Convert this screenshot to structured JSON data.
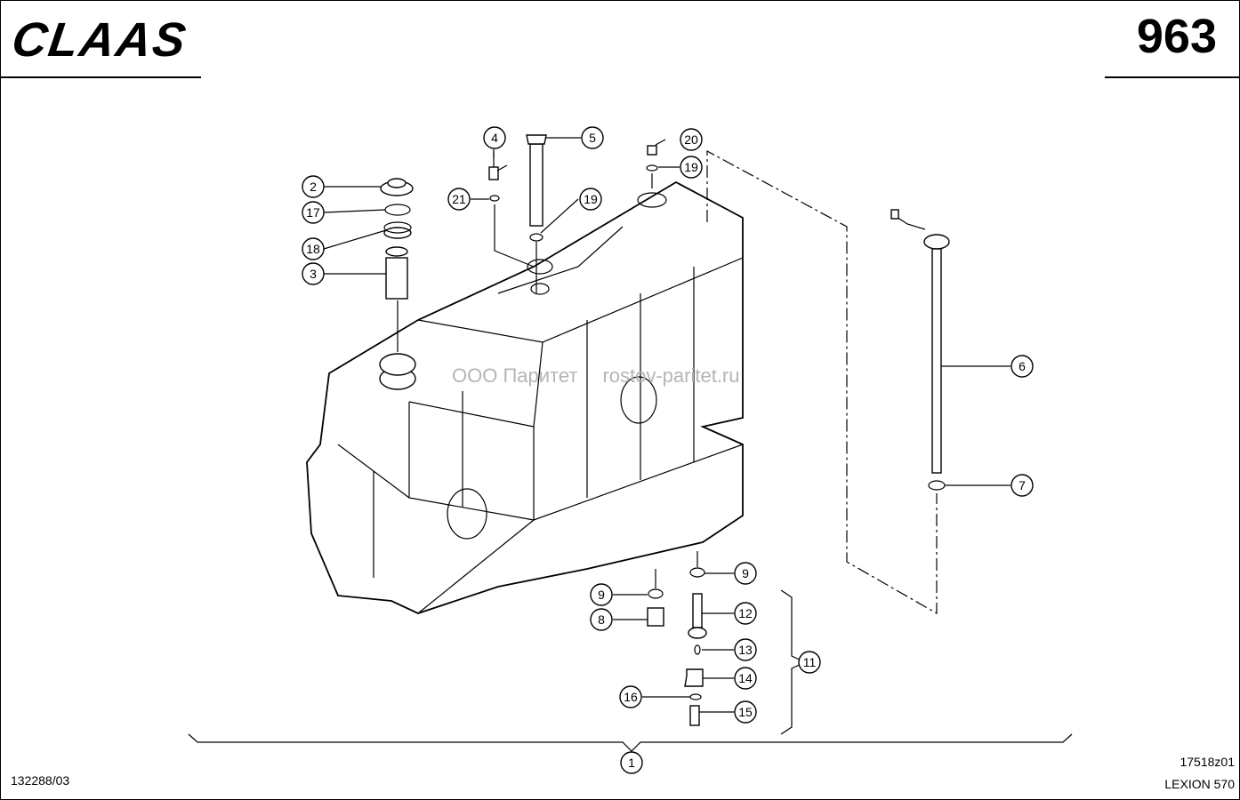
{
  "header": {
    "brand": "CLAAS",
    "page_number": "963"
  },
  "watermark": {
    "company": "ООО Паритет",
    "site": "rostov-paritet.ru"
  },
  "footer": {
    "doc_number": "132288/03",
    "drawing_id": "17518z01",
    "model": "LEXION 570"
  },
  "callouts": [
    "1",
    "2",
    "3",
    "4",
    "5",
    "6",
    "7",
    "8",
    "9",
    "9",
    "11",
    "12",
    "13",
    "14",
    "15",
    "16",
    "17",
    "18",
    "19",
    "19",
    "20",
    "21"
  ]
}
